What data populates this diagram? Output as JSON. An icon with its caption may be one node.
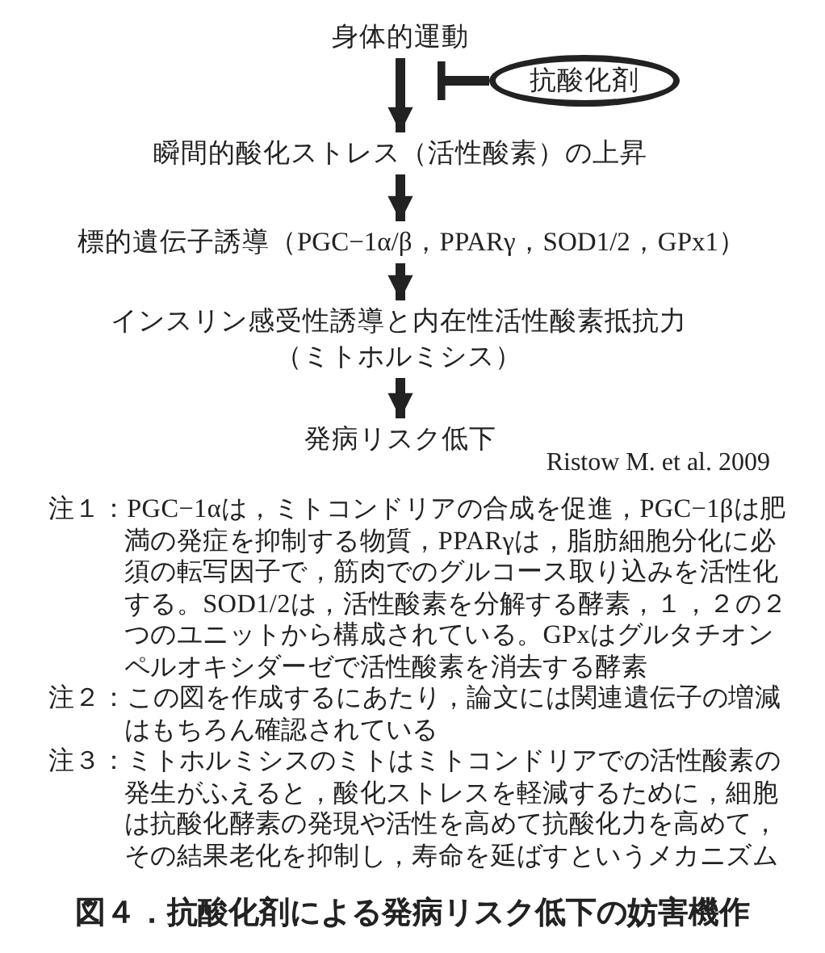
{
  "diagram": {
    "caption": "図４．抗酸化剤による発病リスク低下の妨害機作",
    "nodes": [
      {
        "text": [
          "身体的運動"
        ]
      },
      {
        "text": [
          "抗酸化剤"
        ]
      },
      {
        "text": [
          "瞬間的酸化ストレス（活性酸素）の上昇"
        ]
      },
      {
        "text": [
          "標的遺伝子誘導（PGC−1α/β，PPARγ，SOD1/2，GPx1）"
        ]
      },
      {
        "text": [
          "インスリン感受性誘導と内在性活性酸素抵抗力（ミトホルミシス）"
        ]
      },
      {
        "text": [
          "発病リスク低下"
        ]
      }
    ],
    "edges": [
      {
        "from": 0,
        "to": 2,
        "arrow": "to"
      },
      {
        "from": 2,
        "to": 3,
        "arrow": "to"
      },
      {
        "from": 3,
        "to": 4,
        "arrow": "to"
      },
      {
        "from": 4,
        "to": 5,
        "arrow": "to"
      },
      {
        "from": 1,
        "to": 0,
        "arrow": "other"
      }
    ],
    "labels": [
      "Ristow M. et al. 2009",
      "注１：PGC−1αは，ミトコンドリアの合成を促進，PGC−1βは肥満の発症を抑制する物質，PPARγは，脂肪細胞分化に必須の転写因子で，筋肉でのグルコース取り込みを活性化する。SOD1/2は，活性酸素を分解する酵素，１，２の２つのユニットから構成されている。GPxはグルタチオンペルオキシダーゼで活性酸素を消去する酵素",
      "注２：この図を作成するにあたり，論文には関連遺伝子の増減はもちろん確認されている",
      "注３：ミトホルミシスのミトはミトコンドリアでの活性酸素の発生がふえると，酸化ストレスを軽減するために，細胞は抗酸化酵素の発現や活性を高めて抗酸化力を高めて，その結果老化を抑制し，寿命を延ばすというメカニズム"
    ]
  }
}
